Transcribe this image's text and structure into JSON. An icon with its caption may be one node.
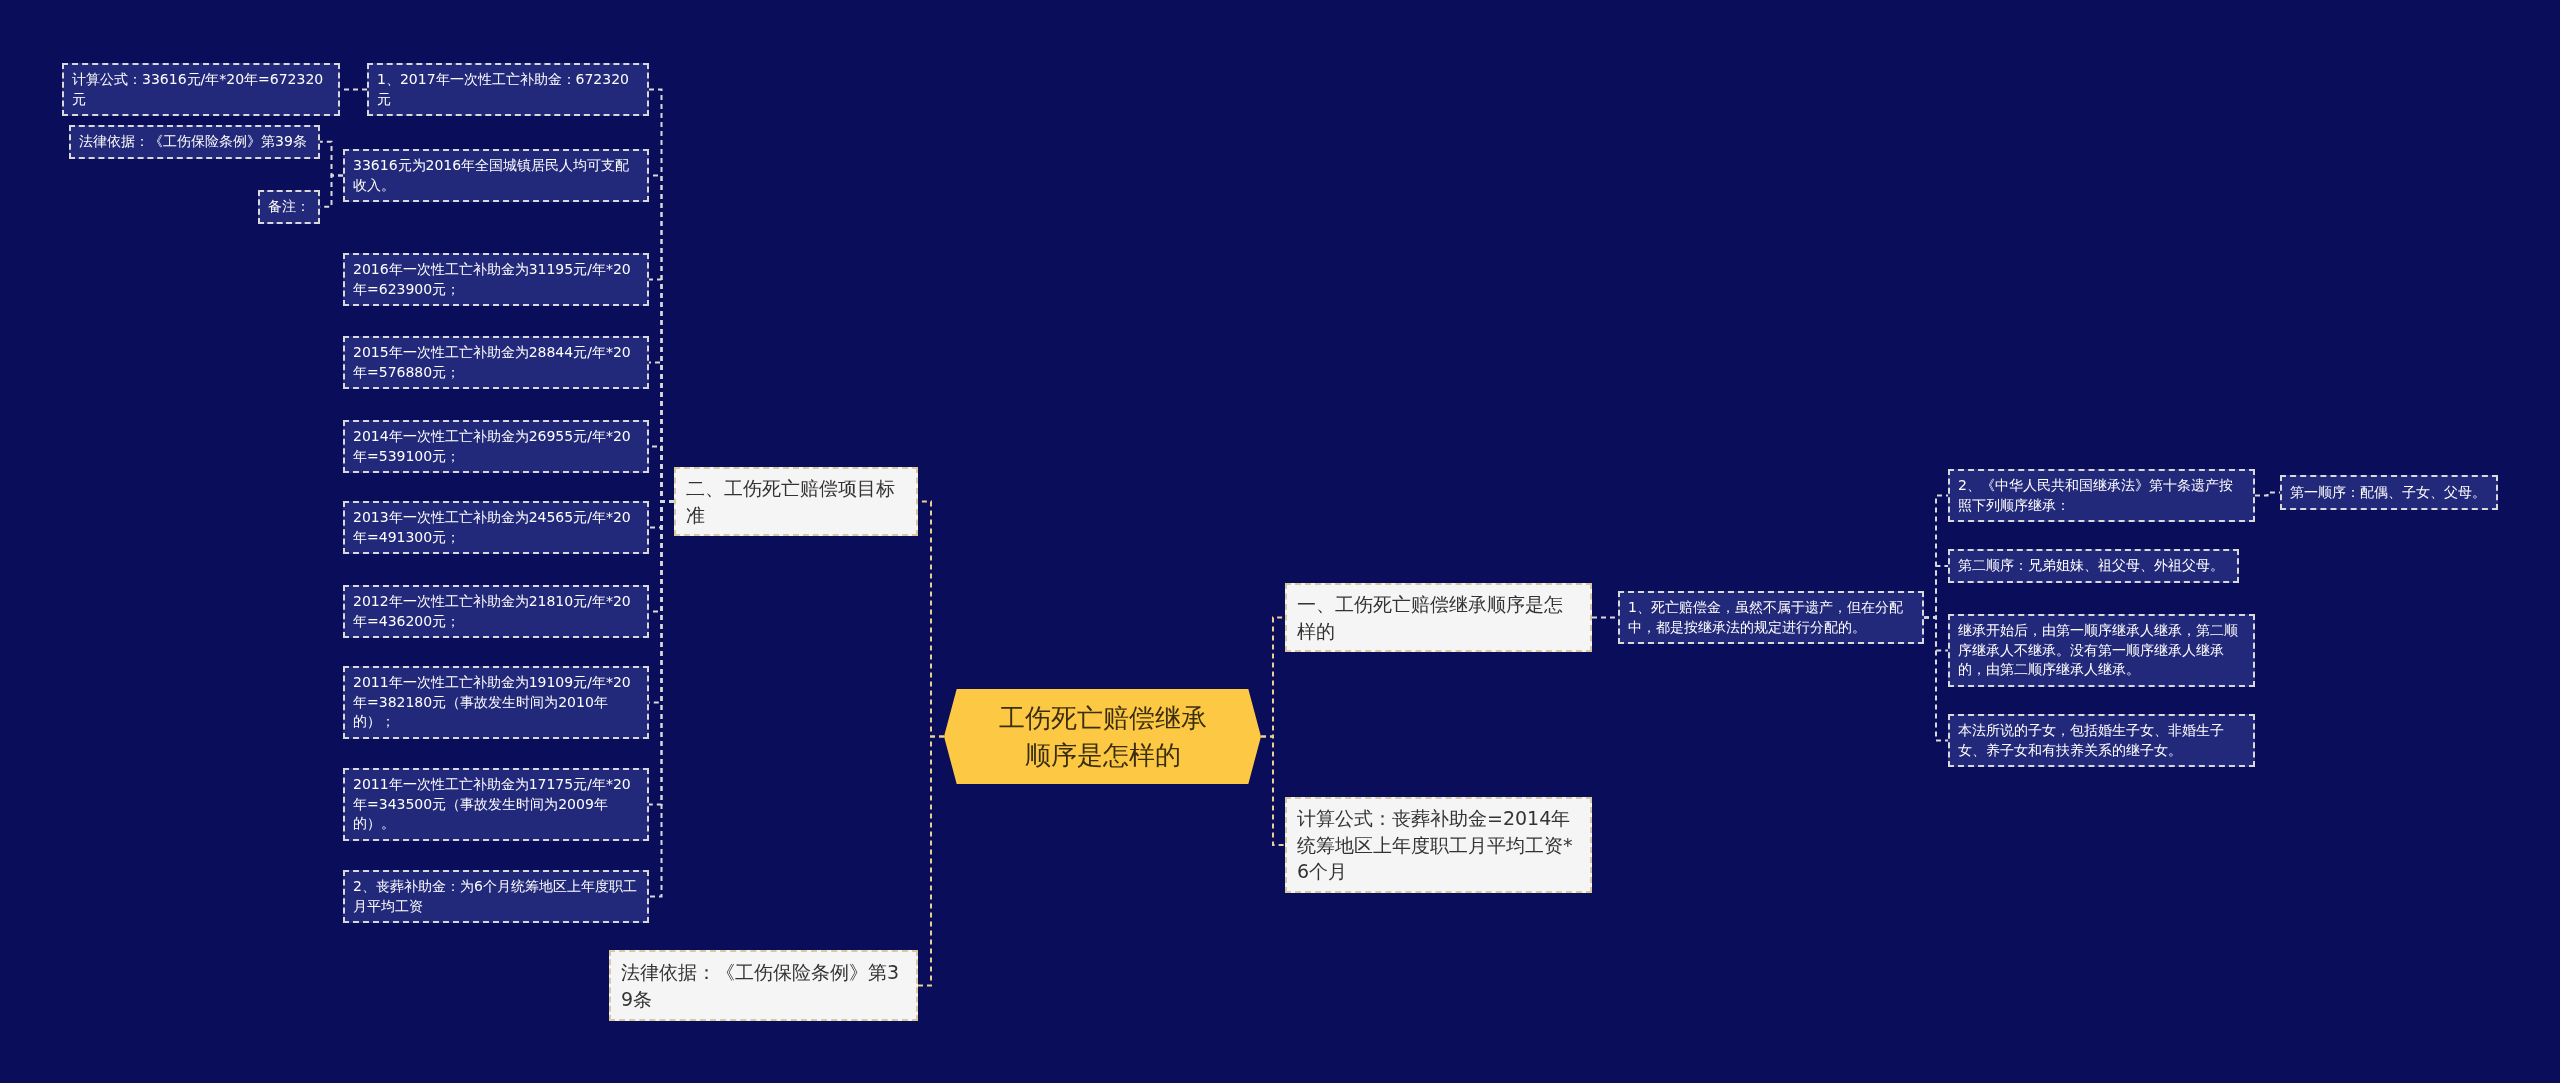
{
  "diagram": {
    "nodes": [
      {
        "text": [
          "工伤死亡赔偿继承顺序是怎样的"
        ]
      },
      {
        "text": [
          "二、工伤死亡赔偿项目标准"
        ]
      },
      {
        "text": [
          "1、2017年一次性工亡补助金：672320元"
        ]
      },
      {
        "text": [
          "计算公式：33616元/年*20年=672320元"
        ]
      },
      {
        "text": [
          "33616元为2016年全国城镇居民人均可支配收入。"
        ]
      },
      {
        "text": [
          "法律依据：《工伤保险条例》第39条"
        ]
      },
      {
        "text": [
          "备注："
        ]
      },
      {
        "text": [
          "2016年一次性工亡补助金为31195元/年*20年=623900元；"
        ]
      },
      {
        "text": [
          "2015年一次性工亡补助金为28844元/年*20年=576880元；"
        ]
      },
      {
        "text": [
          "2014年一次性工亡补助金为26955元/年*20年=539100元；"
        ]
      },
      {
        "text": [
          "2013年一次性工亡补助金为24565元/年*20年=491300元；"
        ]
      },
      {
        "text": [
          "2012年一次性工亡补助金为21810元/年*20年=436200元；"
        ]
      },
      {
        "text": [
          "2011年一次性工亡补助金为19109元/年*20年=382180元（事故发生时间为2010年的）；"
        ]
      },
      {
        "text": [
          "2011年一次性工亡补助金为17175元/年*20年=343500元（事故发生时间为2009年的）。"
        ]
      },
      {
        "text": [
          "2、丧葬补助金：为6个月统筹地区上年度职工月平均工资"
        ]
      },
      {
        "text": [
          "法律依据：《工伤保险条例》第39条"
        ]
      },
      {
        "text": [
          "一、工伤死亡赔偿继承顺序是怎样的"
        ]
      },
      {
        "text": [
          "计算公式：丧葬补助金=2014年统筹地区上年度职工月平均工资*6个月"
        ]
      },
      {
        "text": [
          "1、死亡赔偿金，虽然不属于遗产，但在分配中，都是按继承法的规定进行分配的。"
        ]
      },
      {
        "text": [
          "2、《中华人民共和国继承法》第十条遗产按照下列顺序继承："
        ]
      },
      {
        "text": [
          "第一顺序：配偶、子女、父母。"
        ]
      },
      {
        "text": [
          "第二顺序：兄弟姐妹、祖父母、外祖父母。"
        ]
      },
      {
        "text": [
          "继承开始后，由第一顺序继承人继承，第二顺序继承人不继承。没有第一顺序继承人继承的，由第二顺序继承人继承。"
        ]
      },
      {
        "text": [
          "本法所说的子女，包括婚生子女、非婚生子女、养子女和有扶养关系的继子女。"
        ]
      }
    ],
    "edges": [
      {
        "from": 0,
        "to": 1,
        "arrow": "none",
        "style": "dashed",
        "color": "#e9cf93"
      },
      {
        "from": 0,
        "to": 15,
        "arrow": "none",
        "style": "dashed",
        "color": "#e9cf93"
      },
      {
        "from": 0,
        "to": 16,
        "arrow": "none",
        "style": "dashed",
        "color": "#e9cf93"
      },
      {
        "from": 0,
        "to": 17,
        "arrow": "none",
        "style": "dashed",
        "color": "#e9cf93"
      },
      {
        "from": 1,
        "to": 2,
        "arrow": "none",
        "style": "dashed"
      },
      {
        "from": 1,
        "to": 4,
        "arrow": "none",
        "style": "dashed"
      },
      {
        "from": 1,
        "to": 7,
        "arrow": "none",
        "style": "dashed"
      },
      {
        "from": 1,
        "to": 8,
        "arrow": "none",
        "style": "dashed"
      },
      {
        "from": 1,
        "to": 9,
        "arrow": "none",
        "style": "dashed"
      },
      {
        "from": 1,
        "to": 10,
        "arrow": "none",
        "style": "dashed"
      },
      {
        "from": 1,
        "to": 11,
        "arrow": "none",
        "style": "dashed"
      },
      {
        "from": 1,
        "to": 12,
        "arrow": "none",
        "style": "dashed"
      },
      {
        "from": 1,
        "to": 13,
        "arrow": "none",
        "style": "dashed"
      },
      {
        "from": 1,
        "to": 14,
        "arrow": "none",
        "style": "dashed"
      },
      {
        "from": 2,
        "to": 3,
        "arrow": "none",
        "style": "dashed"
      },
      {
        "from": 4,
        "to": 5,
        "arrow": "none",
        "style": "dashed"
      },
      {
        "from": 4,
        "to": 6,
        "arrow": "none",
        "style": "dashed"
      },
      {
        "from": 16,
        "to": 18,
        "arrow": "none",
        "style": "dashed"
      },
      {
        "from": 18,
        "to": 19,
        "arrow": "none",
        "style": "dashed"
      },
      {
        "from": 18,
        "to": 21,
        "arrow": "none",
        "style": "dashed"
      },
      {
        "from": 18,
        "to": 22,
        "arrow": "none",
        "style": "dashed"
      },
      {
        "from": 18,
        "to": 23,
        "arrow": "none",
        "style": "dashed"
      },
      {
        "from": 19,
        "to": 20,
        "arrow": "none",
        "style": "dashed"
      }
    ]
  }
}
